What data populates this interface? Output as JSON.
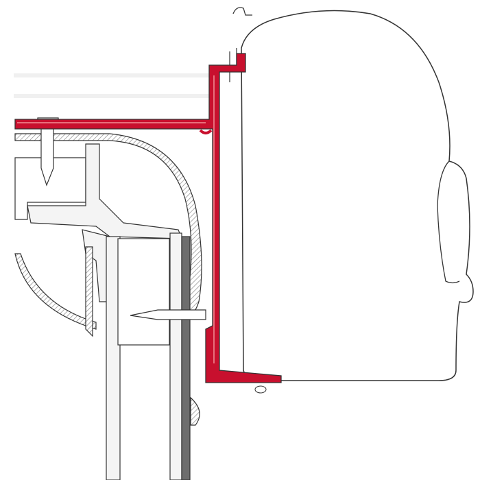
{
  "diagram": {
    "colors": {
      "bracket": "#c8102e",
      "bracket_highlight": "#e8707c",
      "outline": "#333333",
      "wall_fill": "#f4f4f4",
      "hatch": "#8a8a8a",
      "panel_dark": "#6e6e6e"
    },
    "parts": [
      "awning-housing",
      "adapter-bracket",
      "roof-profile",
      "wall-panel",
      "screw"
    ]
  }
}
